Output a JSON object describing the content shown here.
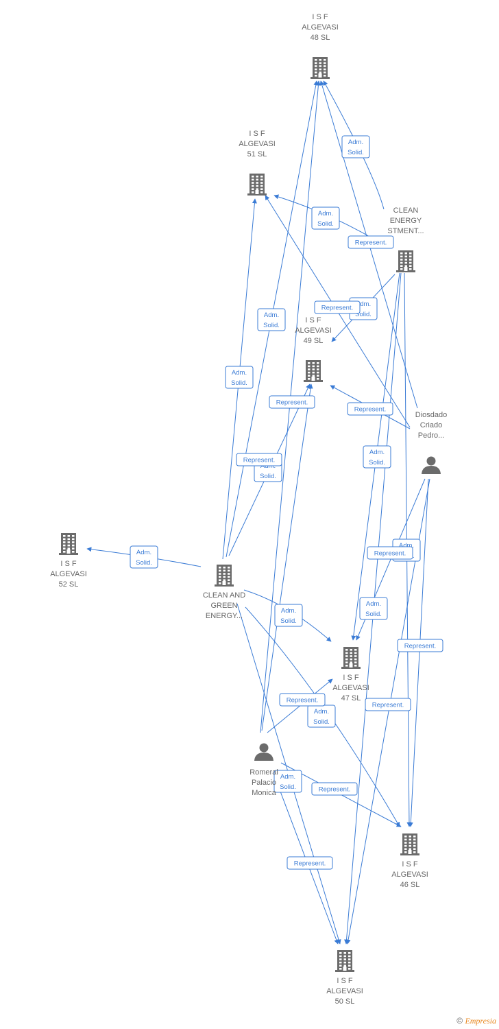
{
  "colors": {
    "edge": "#3a7bd5",
    "node": "#666666"
  },
  "icons": {
    "company": "building-icon",
    "person": "person-icon"
  },
  "nodes": [
    {
      "id": "isf48",
      "type": "company",
      "lines": [
        "I S F",
        "ALGEVASI",
        "48 SL"
      ]
    },
    {
      "id": "isf51",
      "type": "company",
      "lines": [
        "I S F",
        "ALGEVASI",
        "51 SL"
      ]
    },
    {
      "id": "clean_inv",
      "type": "company",
      "lines": [
        "CLEAN",
        "ENERGY",
        "STMENT..."
      ]
    },
    {
      "id": "isf49",
      "type": "company",
      "lines": [
        "I S F",
        "ALGEVASI",
        "49 SL"
      ]
    },
    {
      "id": "diosdado",
      "type": "person",
      "lines": [
        "Diosdado",
        "Criado",
        "Pedro..."
      ]
    },
    {
      "id": "isf52",
      "type": "company",
      "lines": [
        "I S F",
        "ALGEVASI",
        "52 SL"
      ]
    },
    {
      "id": "clean_green",
      "type": "company",
      "lines": [
        "CLEAN AND",
        "GREEN",
        "ENERGY..."
      ]
    },
    {
      "id": "isf47",
      "type": "company",
      "lines": [
        "I S F",
        "ALGEVASI",
        "47 SL"
      ]
    },
    {
      "id": "romeral",
      "type": "person",
      "lines": [
        "Romeral",
        "Palacio",
        "Monica"
      ]
    },
    {
      "id": "isf46",
      "type": "company",
      "lines": [
        "I S F",
        "ALGEVASI",
        "46 SL"
      ]
    },
    {
      "id": "isf50",
      "type": "company",
      "lines": [
        "I S F",
        "ALGEVASI",
        "50 SL"
      ]
    }
  ],
  "edges": [
    {
      "from": "clean_green",
      "to": "isf52",
      "label": [
        "Adm.",
        "Solid."
      ]
    },
    {
      "from": "clean_green",
      "to": "isf51",
      "label": [
        "Adm.",
        "Solid."
      ]
    },
    {
      "from": "clean_green",
      "to": "isf48",
      "label": [
        "Adm.",
        "Solid."
      ]
    },
    {
      "from": "clean_green",
      "to": "isf49",
      "label": [
        "Adm.",
        "Solid."
      ]
    },
    {
      "from": "clean_green",
      "to": "isf47",
      "label": [
        "Adm.",
        "Solid."
      ]
    },
    {
      "from": "clean_green",
      "to": "isf46",
      "label": [
        "Adm.",
        "Solid."
      ]
    },
    {
      "from": "clean_green",
      "to": "isf50",
      "label": [
        "Adm.",
        "Solid."
      ]
    },
    {
      "from": "clean_inv",
      "to": "isf48",
      "label": [
        "Adm.",
        "Solid."
      ]
    },
    {
      "from": "clean_inv",
      "to": "isf51",
      "label": [
        "Adm.",
        "Solid."
      ]
    },
    {
      "from": "clean_inv",
      "to": "isf49",
      "label": [
        "Adm.",
        "Solid."
      ]
    },
    {
      "from": "clean_inv",
      "to": "isf47",
      "label": [
        "Adm.",
        "Solid."
      ]
    },
    {
      "from": "clean_inv",
      "to": "isf46",
      "label": [
        "Adm.",
        "Solid."
      ]
    },
    {
      "from": "clean_inv",
      "to": "isf50",
      "label": [
        "Adm.",
        "Solid."
      ]
    },
    {
      "from": "diosdado",
      "to": "isf48",
      "label": [
        "Represent."
      ]
    },
    {
      "from": "diosdado",
      "to": "isf51",
      "label": [
        "Represent."
      ]
    },
    {
      "from": "diosdado",
      "to": "isf49",
      "label": [
        "Represent."
      ]
    },
    {
      "from": "diosdado",
      "to": "isf47",
      "label": [
        "Represent."
      ]
    },
    {
      "from": "diosdado",
      "to": "isf46",
      "label": [
        "Represent."
      ]
    },
    {
      "from": "diosdado",
      "to": "isf50",
      "label": [
        "Represent."
      ]
    },
    {
      "from": "romeral",
      "to": "isf49",
      "label": [
        "Represent."
      ]
    },
    {
      "from": "romeral",
      "to": "isf48",
      "label": [
        "Represent."
      ]
    },
    {
      "from": "romeral",
      "to": "isf47",
      "label": [
        "Represent."
      ]
    },
    {
      "from": "romeral",
      "to": "isf46",
      "label": [
        "Represent."
      ]
    },
    {
      "from": "romeral",
      "to": "isf50",
      "label": [
        "Represent."
      ]
    }
  ],
  "footer": {
    "copyright": "©",
    "brand": "Empresia"
  }
}
